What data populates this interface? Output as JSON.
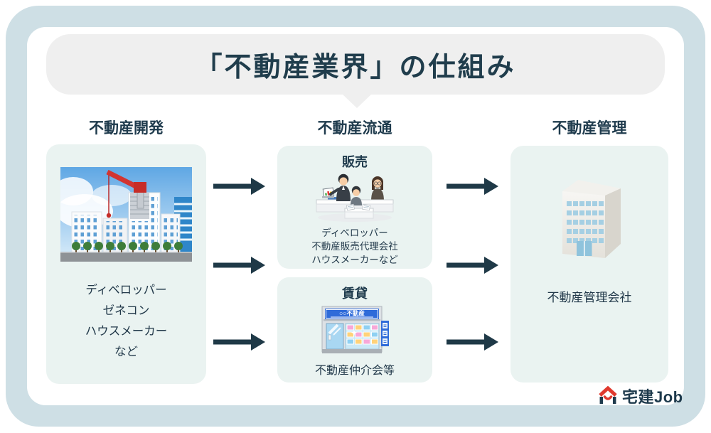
{
  "title": "「不動産業界」の仕組み",
  "columns": {
    "development": {
      "header": "不動産開発",
      "illustration": "construction-site",
      "items": [
        "ディベロッパー",
        "ゼネコン",
        "ハウスメーカー",
        "など"
      ]
    },
    "distribution": {
      "header": "不動産流通",
      "sales": {
        "label": "販売",
        "illustration": "business-meeting",
        "items": [
          "ディベロッパー",
          "不動産販売代理会社",
          "ハウスメーカーなど"
        ]
      },
      "rental": {
        "label": "賃貸",
        "illustration": "realestate-storefront",
        "sign_text": "○○不動産",
        "caption": "不動産仲介会等"
      }
    },
    "management": {
      "header": "不動産管理",
      "illustration": "office-building",
      "caption": "不動産管理会社"
    }
  },
  "logo": {
    "text": "宅建Job"
  },
  "colors": {
    "frame": "#CEDFE5",
    "banner": "#EFEFEF",
    "box_background": "#EAF3F1",
    "heading_text": "#1F3B4D",
    "body_text": "#22394A",
    "arrow": "#1F3947",
    "logo_red": "#E0392E",
    "storefront_sign_blue": "#2F6BD9"
  }
}
